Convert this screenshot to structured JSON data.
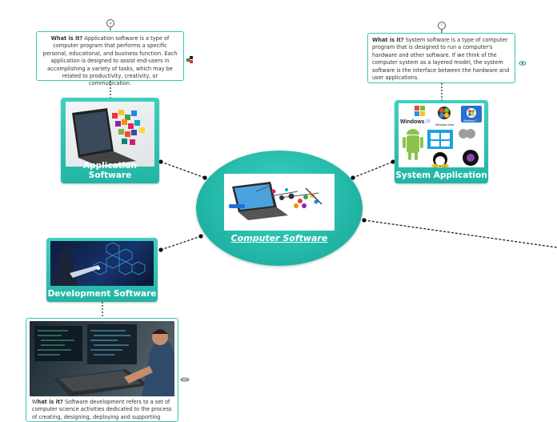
{
  "central": {
    "title": "Computer Software"
  },
  "topics": {
    "application": {
      "label": "Application Software"
    },
    "system": {
      "label": "System Application"
    },
    "development": {
      "label": "Development Software"
    }
  },
  "notes": {
    "application": {
      "heading": "What is it?",
      "text": " Application software is a type of computer program that performs a specific personal, educational, and business function. Each application is designed to assist end-users in accomplishing a variety of tasks, which may be related to productivity, creativity, or communication."
    },
    "system": {
      "heading": "What is it?",
      "text": " System software is a type of computer program that is designed to run a computer's hardware and other software. If we think of the computer system as a layered model, the system software is the interface between the hardware and user applications."
    },
    "development": {
      "heading_first": "W",
      "heading_rest": "hat is it?",
      "text": " Software development refers to a set of computer science activities dedicated to the process of creating, designing, deploying and supporting"
    }
  },
  "system_image_text": {
    "windows": "Windows",
    "windows_version": "10",
    "vista": "Windows Vista",
    "win7": "Windows 7"
  },
  "colors": {
    "accent": "#2bc0b0",
    "accent_dark": "#1aa597",
    "note_border": "#39c6b6",
    "link": "#222222"
  },
  "icons": [
    "smiley-marker-icon",
    "info-marker-icon",
    "link-icon",
    "eye-icon",
    "ellipsis-icon"
  ]
}
